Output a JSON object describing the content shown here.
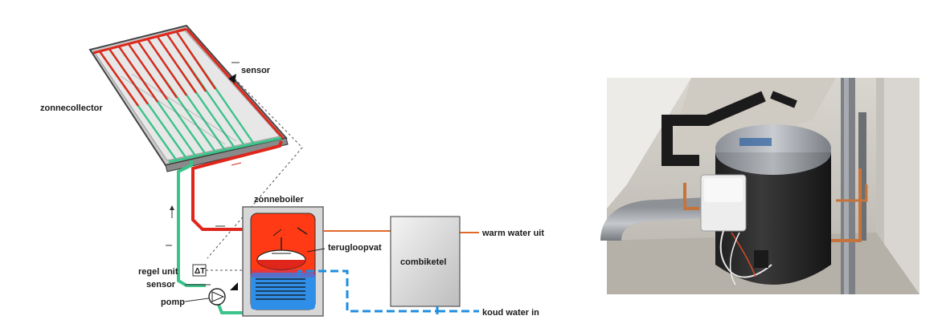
{
  "labels": {
    "collector": "zonnecollector",
    "sensor_top": "sensor",
    "boiler": "zonneboiler",
    "drainback": "terugloopvat",
    "combi": "combiketel",
    "warm_out": "warm water uit",
    "cold_in": "koud water in",
    "control": "regel unit",
    "delta_t": "ΔT",
    "sensor_bottom": "sensor",
    "pump": "pomp"
  },
  "colors": {
    "hot": "#e0261b",
    "return": "#3cc38a",
    "cold": "#1e8ee0",
    "warm_out_pipe": "#e06a2a",
    "tank_hot": "#ff3a14",
    "tank_cold": "#2f8fe8"
  }
}
